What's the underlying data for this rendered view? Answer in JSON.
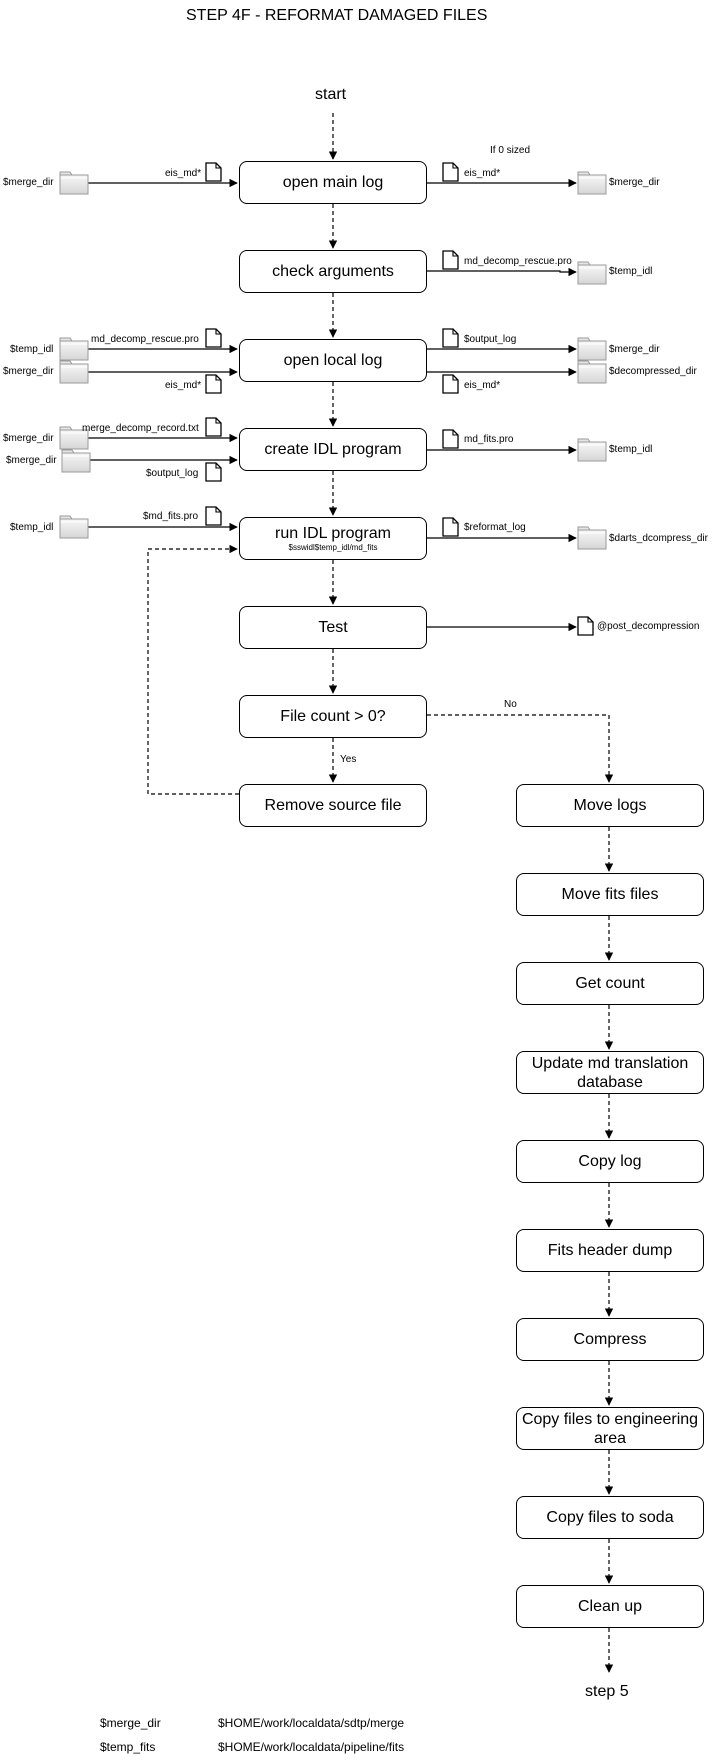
{
  "title": "STEP 4F - REFORMAT DAMAGED FILES",
  "start": "start",
  "end": "step 5",
  "boxes": {
    "open_main_log": "open main log",
    "check_arguments": "check arguments",
    "open_local_log": "open local log",
    "create_idl_program": "create IDL program",
    "run_idl_program": "run IDL program",
    "run_idl_program_sub": "$sswidl$temp_idl/md_fits",
    "test": "Test",
    "file_count": "File count > 0?",
    "remove_source_file": "Remove source file",
    "move_logs": "Move logs",
    "move_fits_files": "Move fits files",
    "get_count": "Get count",
    "update_md_db": "Update md translation database",
    "copy_log": "Copy log",
    "fits_header_dump": "Fits header dump",
    "compress": "Compress",
    "copy_engineering": "Copy files to engineering area",
    "copy_soda": "Copy files to soda",
    "clean_up": "Clean up"
  },
  "labels": {
    "if_zero_sized": "If 0 sized",
    "yes": "Yes",
    "no": "No",
    "merge_dir": "$merge_dir",
    "temp_idl": "$temp_idl",
    "decompressed_dir": "$decompressed_dir",
    "darts_dcompress_dir": "$darts_dcompress_dir",
    "eis_md": "eis_md*",
    "md_decomp_rescue": "md_decomp_rescue.pro",
    "output_log": "$output_log",
    "merge_decomp_record": "merge_decomp_record.txt",
    "md_fits_pro": "md_fits.pro",
    "md_fits_pro_var": "$md_fits.pro",
    "reformat_log": "$reformat_log",
    "post_decompression": "@post_decompression"
  },
  "legend": [
    {
      "name": "$merge_dir",
      "value": "$HOME/work/localdata/sdtp/merge"
    },
    {
      "name": "$temp_fits",
      "value": "$HOME/work/localdata/pipeline/fits"
    }
  ]
}
